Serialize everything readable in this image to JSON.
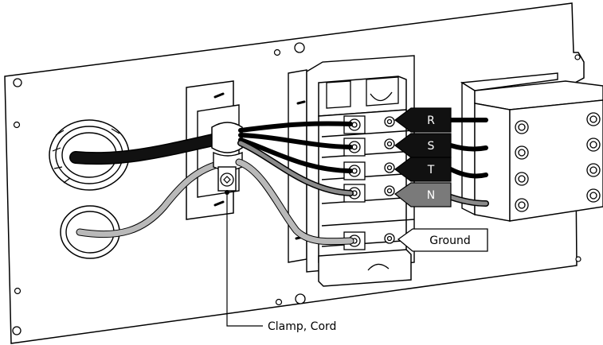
{
  "labels": {
    "r": "R",
    "s": "S",
    "t": "T",
    "n": "N",
    "ground": "Ground",
    "clamp": "Clamp, Cord"
  },
  "colors": {
    "black_wire": "#111111",
    "gray_wire": "#8a8a8a",
    "light_gray_wire": "#b9b9b9",
    "tag_dark": "#111111",
    "tag_gray": "#7a7a7a",
    "outline": "#000000"
  }
}
